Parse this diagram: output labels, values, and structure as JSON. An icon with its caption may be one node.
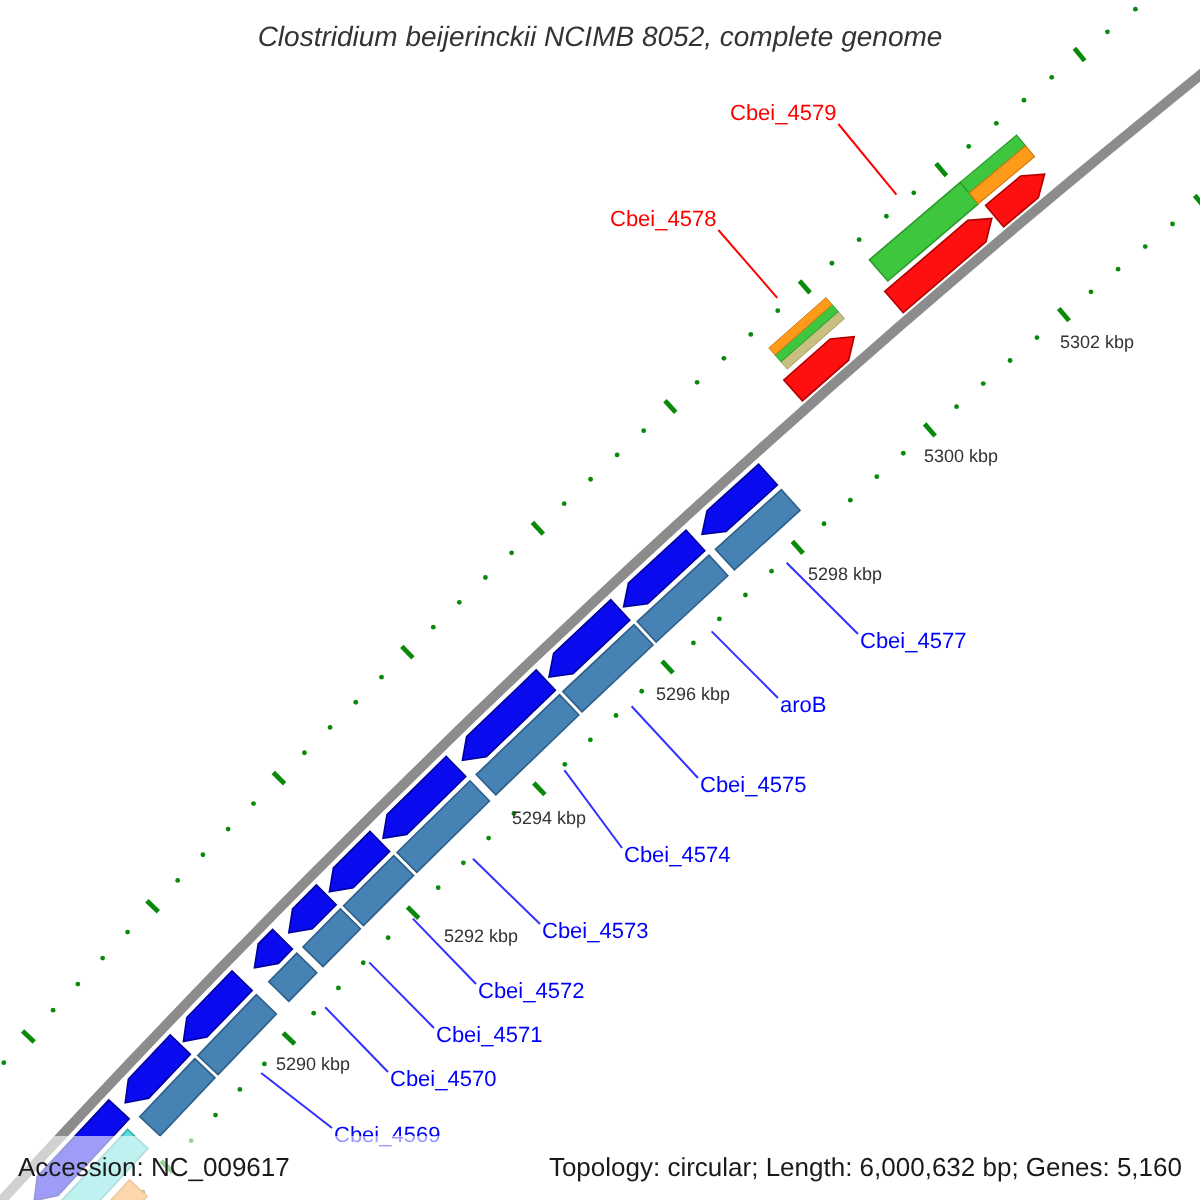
{
  "diagram": {
    "title": "Clostridium beijerinckii NCIMB 8052, complete genome",
    "nodes": [
      {
        "text": [
          "Cbei_4579"
        ]
      },
      {
        "text": [
          "Cbei_4578"
        ]
      },
      {
        "text": [
          "Cbei_4577"
        ]
      },
      {
        "text": [
          "aroB"
        ]
      },
      {
        "text": [
          "Cbei_4575"
        ]
      },
      {
        "text": [
          "Cbei_4574"
        ]
      },
      {
        "text": [
          "Cbei_4573"
        ]
      },
      {
        "text": [
          "Cbei_4572"
        ]
      },
      {
        "text": [
          "Cbei_4571"
        ]
      },
      {
        "text": [
          "Cbei_4570"
        ]
      },
      {
        "text": [
          "Cbei_4569"
        ]
      },
      {
        "text": [],
        "shape": "arrow"
      },
      {
        "text": [],
        "shape": "bar"
      },
      {
        "text": [],
        "shape": "bar"
      },
      {
        "text": [],
        "shape": "arrow"
      },
      {
        "text": [],
        "shape": "bar"
      },
      {
        "text": [],
        "shape": "arrow"
      },
      {
        "text": [],
        "shape": "bar"
      },
      {
        "text": [],
        "shape": "arrow"
      },
      {
        "text": [],
        "shape": "bar"
      },
      {
        "text": [],
        "shape": "arrow"
      },
      {
        "text": [],
        "shape": "bar"
      },
      {
        "text": [],
        "shape": "arrow"
      },
      {
        "text": [],
        "shape": "bar"
      },
      {
        "text": [],
        "shape": "arrow"
      },
      {
        "text": [],
        "shape": "bar"
      },
      {
        "text": [],
        "shape": "arrow"
      },
      {
        "text": [],
        "shape": "bar"
      },
      {
        "text": [],
        "shape": "arrow"
      },
      {
        "text": [],
        "shape": "bar"
      },
      {
        "text": [],
        "shape": "arrow"
      },
      {
        "text": [],
        "shape": "bar"
      },
      {
        "text": [],
        "shape": "arrow"
      },
      {
        "text": [],
        "shape": "bar"
      },
      {
        "text": [],
        "shape": "bar"
      },
      {
        "text": [],
        "shape": "arrow"
      },
      {
        "text": [],
        "shape": "bar"
      },
      {
        "text": [],
        "shape": "arrow"
      },
      {
        "text": [],
        "shape": "arrow"
      }
    ],
    "edges": [
      {
        "from": 0,
        "to": 36,
        "arrow": "none",
        "color": "#ff0000"
      },
      {
        "from": 1,
        "to": 34,
        "arrow": "none",
        "color": "#ff0000"
      },
      {
        "from": 2,
        "to": 33,
        "arrow": "none"
      },
      {
        "from": 3,
        "to": 31,
        "arrow": "none"
      },
      {
        "from": 4,
        "to": 29,
        "arrow": "none"
      },
      {
        "from": 5,
        "to": 27,
        "arrow": "none"
      },
      {
        "from": 6,
        "to": 25,
        "arrow": "none"
      },
      {
        "from": 7,
        "to": 23,
        "arrow": "none"
      },
      {
        "from": 8,
        "to": 21,
        "arrow": "none"
      },
      {
        "from": 9,
        "to": 19,
        "arrow": "none"
      },
      {
        "from": 10,
        "to": 17,
        "arrow": "none"
      }
    ],
    "labels": [
      "5302 kbp",
      "5300 kbp",
      "5298 kbp",
      "5296 kbp",
      "5294 kbp",
      "5292 kbp",
      "5290 kbp",
      "Accession: NC_009617",
      "Topology: circular; Length: 6,000,632 bp; Genes: 5,160"
    ]
  }
}
